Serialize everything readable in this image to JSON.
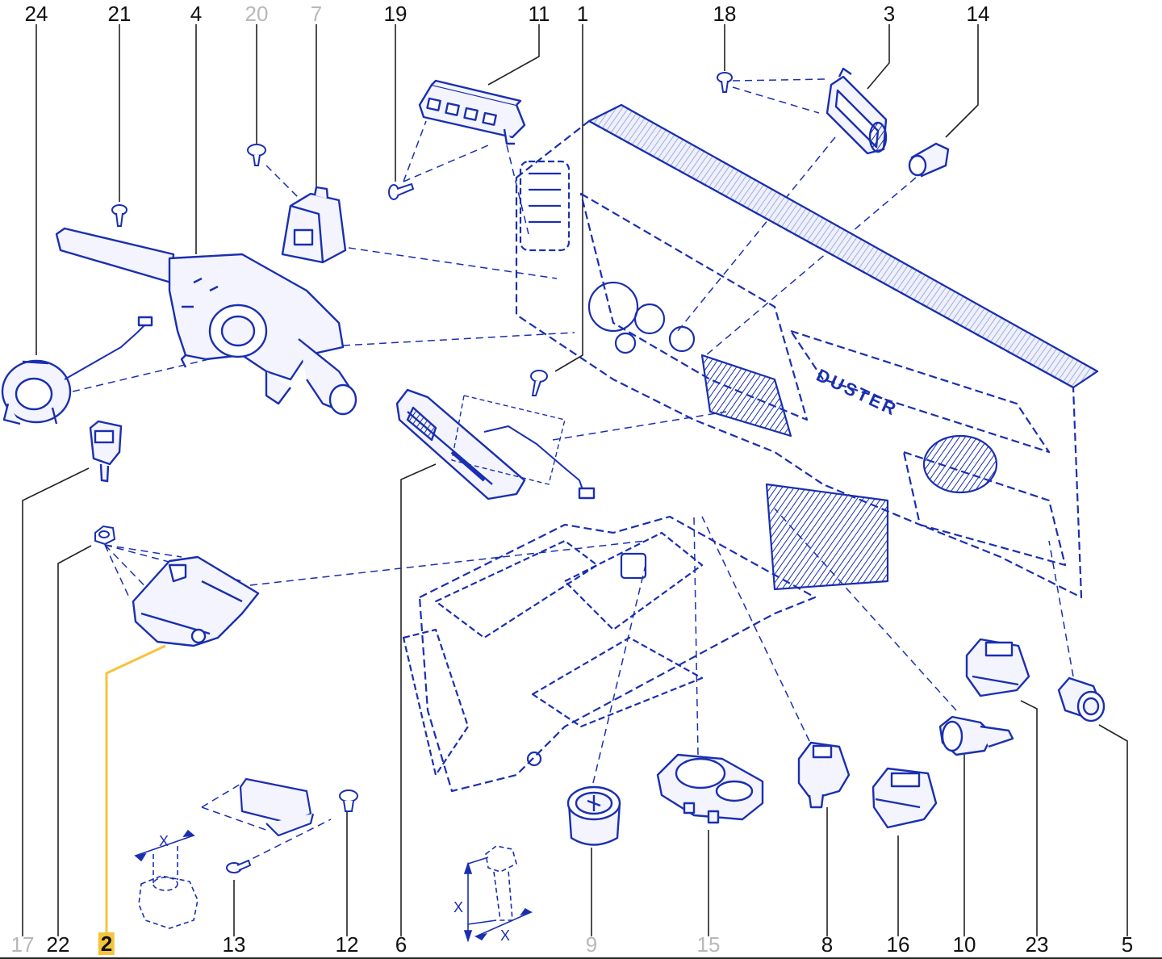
{
  "colors": {
    "ink": "#1a2fb0",
    "ink_dark": "#0a1a9a",
    "leader": "#222222",
    "highlight": "#f5c43c",
    "faded": "#b8b8b8"
  },
  "callouts": {
    "top": [
      "24",
      "21",
      "4",
      "20",
      "7",
      "19",
      "11",
      "1",
      "18",
      "3",
      "14"
    ],
    "bottom": [
      "17",
      "22",
      "2",
      "13",
      "12",
      "6",
      "9",
      "15",
      "8",
      "16",
      "10",
      "23",
      "5"
    ]
  },
  "highlighted_part": "2",
  "faded_parts": [
    "20",
    "7",
    "17",
    "9",
    "15"
  ],
  "dimension_symbol": "X",
  "dash_text": "DUSTER"
}
